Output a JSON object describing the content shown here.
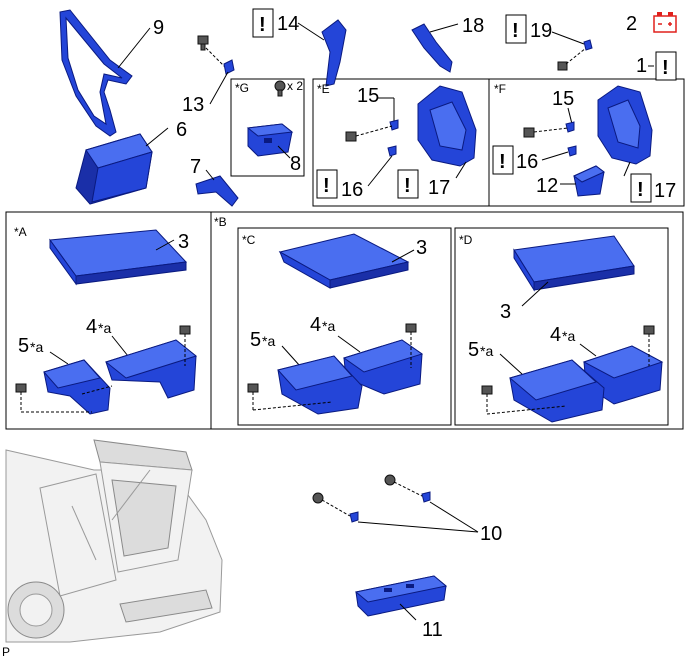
{
  "callouts": {
    "c1": "1",
    "c2": "2",
    "c3": "3",
    "c4": "4",
    "c5": "5",
    "c6": "6",
    "c7": "7",
    "c8": "8",
    "c9": "9",
    "c10": "10",
    "c11": "11",
    "c12": "12",
    "c13": "13",
    "c14": "14",
    "c15": "15",
    "c16": "16",
    "c17": "17",
    "c18": "18",
    "c19": "19"
  },
  "section_labels": {
    "A": "*A",
    "B": "*B",
    "C": "*C",
    "D": "*D",
    "E": "*E",
    "F": "*F",
    "G": "*G"
  },
  "suffix_a": "*a",
  "quantity_g": "x 2",
  "warning_symbol": "!",
  "corner_label": "P",
  "colors": {
    "part": "#2445d8",
    "battery_icon": "#e0201c",
    "line": "#000000"
  },
  "icons": [
    "warning-icon",
    "battery-icon"
  ]
}
